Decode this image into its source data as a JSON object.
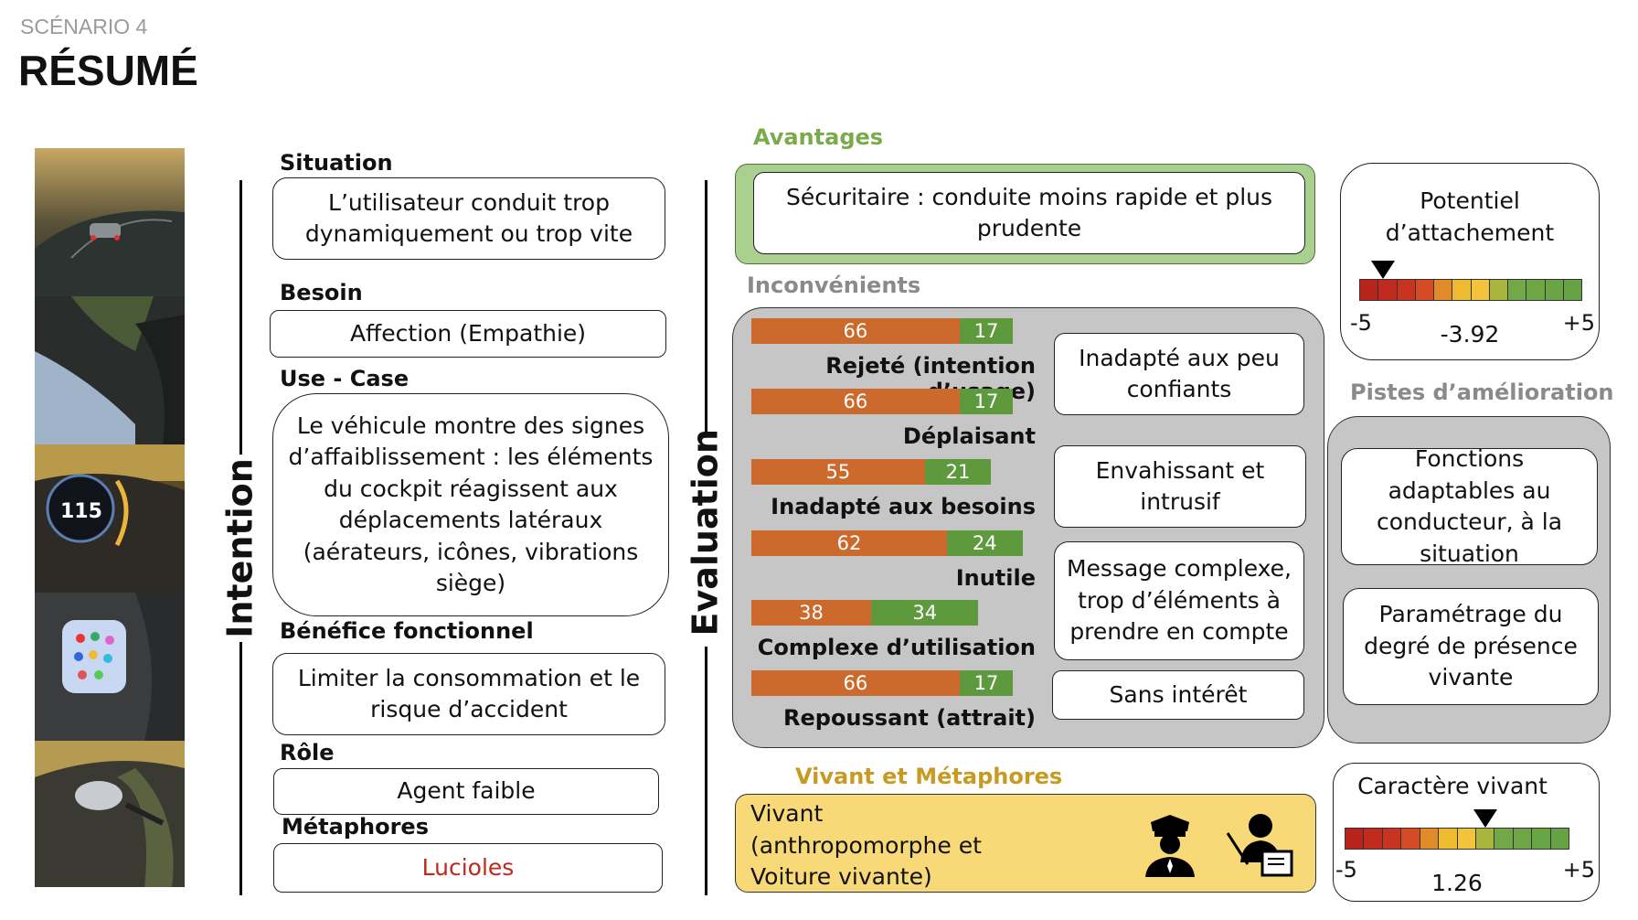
{
  "header": {
    "scenario": "SCÉNARIO 4",
    "title": "RÉSUMÉ"
  },
  "intention": {
    "vertical_label": "Intention",
    "situation": {
      "label": "Situation",
      "text": "L’utilisateur conduit trop dynamiquement ou trop vite"
    },
    "besoin": {
      "label": "Besoin",
      "text": "Affection (Empathie)"
    },
    "use_case": {
      "label": "Use - Case",
      "text": "Le véhicule montre des signes d’affaiblissement : les éléments du cockpit réagissent aux déplacements latéraux (aérateurs, icônes, vibrations siège)"
    },
    "benefice": {
      "label": "Bénéfice fonctionnel",
      "text": "Limiter la consommation et le risque d’accident"
    },
    "role": {
      "label": "Rôle",
      "text": "Agent faible"
    },
    "metaphores": {
      "label": "Métaphores",
      "text": "Lucioles",
      "text_color": "#c0281c"
    }
  },
  "evaluation": {
    "vertical_label": "Evaluation",
    "avantages": {
      "label": "Avantages",
      "text": "Sécuritaire : conduite moins rapide et plus prudente"
    },
    "inconvenients": {
      "label": "Inconvénients",
      "bars": [
        {
          "label": "Rejeté (intention d’usage)",
          "neg": 66,
          "pos": 17
        },
        {
          "label": "Déplaisant",
          "neg": 66,
          "pos": 17
        },
        {
          "label": "Inadapté aux besoins",
          "neg": 55,
          "pos": 21
        },
        {
          "label": "Inutile",
          "neg": 62,
          "pos": 24
        },
        {
          "label": "Complexe d’utilisation",
          "neg": 38,
          "pos": 34
        },
        {
          "label": "Repoussant (attrait)",
          "neg": 66,
          "pos": 17
        }
      ],
      "boxes": [
        "Inadapté aux peu confiants",
        "Envahissant et intrusif",
        "Message complexe, trop d’éléments à prendre en compte",
        "Sans intérêt"
      ]
    },
    "vivant": {
      "label": "Vivant et Métaphores",
      "text": "Vivant (anthropomorphe et Voiture vivante)",
      "icons": [
        "police-officer-icon",
        "teacher-icon"
      ],
      "bg_color": "#f8d978"
    }
  },
  "attachment": {
    "title": "Potentiel d’attachement",
    "min": "-5",
    "max": "+5",
    "value": -3.92,
    "value_label": "-3.92"
  },
  "pistes": {
    "label": "Pistes d’amélioration",
    "items": [
      "Fonctions adaptables au conducteur, à la situation",
      "Paramétrage du degré de présence vivante"
    ]
  },
  "caractere": {
    "title": "Caractère vivant",
    "min": "-5",
    "max": "+5",
    "value": 1.26,
    "value_label": "1.26"
  },
  "colors": {
    "neg_bar": "#cb6a2c",
    "pos_bar": "#5e9a3d",
    "green_header": "#7aab4b",
    "scale": [
      "#b7241c",
      "#c02a1f",
      "#c8341f",
      "#d44a22",
      "#e08a2a",
      "#eeba30",
      "#f3c33b",
      "#a9b53c",
      "#72a847",
      "#6ea646",
      "#6aa545",
      "#67a344"
    ]
  }
}
